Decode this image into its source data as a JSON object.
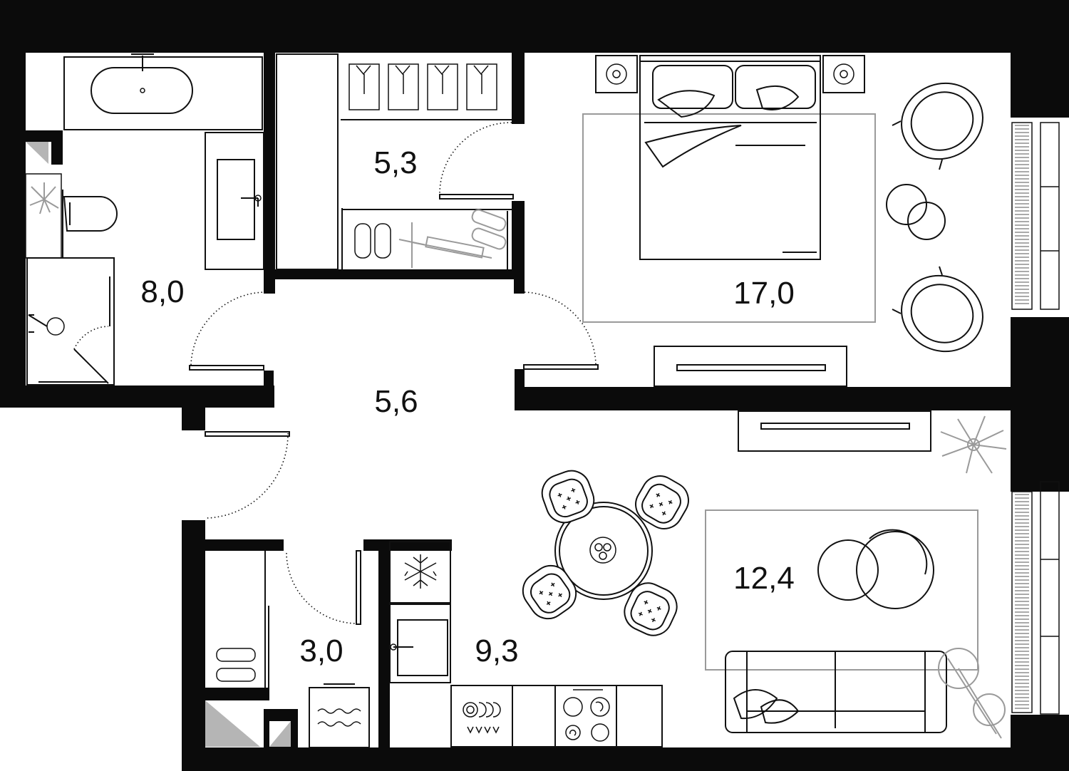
{
  "colors": {
    "wall": "#0b0b0b",
    "line": "#111111",
    "rug": "#9a9a9a",
    "background": "#ffffff"
  },
  "rooms": [
    {
      "id": "bathroom",
      "area": "8,0"
    },
    {
      "id": "wardrobe",
      "area": "5,3"
    },
    {
      "id": "bedroom",
      "area": "17,0"
    },
    {
      "id": "hallway",
      "area": "5,6"
    },
    {
      "id": "storage",
      "area": "3,0"
    },
    {
      "id": "kitchen",
      "area": "9,3"
    },
    {
      "id": "living-room",
      "area": "12,4"
    }
  ],
  "icons": [
    "bathtub-icon",
    "sink-icon",
    "toilet-icon",
    "shower-icon",
    "plant-icon",
    "shirt-icon",
    "slippers-icon",
    "scooter-icon",
    "double-bed-icon",
    "pillow-icon",
    "nightstand-icon",
    "armchair-icon",
    "coffee-table-icon",
    "tv-stand-icon",
    "dining-table-icon",
    "chair-icon",
    "fridge-icon",
    "oven-icon",
    "dishwasher-icon",
    "stove-icon",
    "washing-machine-icon",
    "shoes-icon",
    "sofa-icon",
    "floor-lamp-icon",
    "rug-icon",
    "window-icon",
    "door-swing-icon"
  ]
}
